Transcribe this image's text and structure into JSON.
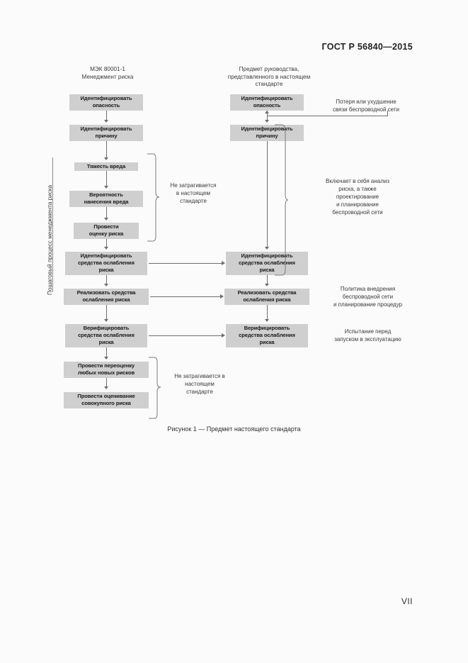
{
  "page": {
    "header": "ГОСТ Р 56840—2015",
    "number": "VII"
  },
  "figure": {
    "caption": "Рисунок 1 — Предмет настоящего стандарта",
    "side_label": "Пошаговый процесс менеджмента риска",
    "columns": [
      {
        "id": "left",
        "title": "МЭК 80001-1\nМенеджмент риска"
      },
      {
        "id": "right",
        "title": "Предмет руководства,\nпредставленного в настоящем\nстандарте"
      }
    ],
    "left_nodes": [
      {
        "label": "Идентифицировать\nопасность"
      },
      {
        "label": "Идентифицировать\nпричину"
      },
      {
        "label": "Тяжесть вреда"
      },
      {
        "label": "Вероятность\nнанесения вреда"
      },
      {
        "label": "Провести\nоценку риска"
      },
      {
        "label": "Идентифицировать\nсредства ослабления\nриска"
      },
      {
        "label": "Реализовать средства\nослабления риска"
      },
      {
        "label": "Верифицировать\nсредства ослабления\nриска"
      },
      {
        "label": "Провести переоценку\nлюбых новых рисков"
      },
      {
        "label": "Провести оценивание\nсовокупного риска"
      }
    ],
    "right_nodes": [
      {
        "label": "Идентифицировать\nопасность"
      },
      {
        "label": "Идентифицировать\nпричину"
      },
      {
        "label": "Идентифицировать\nсредства ослабления\nриска"
      },
      {
        "label": "Реализовать средства\nослабления риска"
      },
      {
        "label": "Верифицировать\nсредства ослабления\nриска"
      }
    ],
    "annotations": [
      {
        "id": "not-covered-top",
        "text": "Не затрагивается\nв настоящем\nстандарте"
      },
      {
        "id": "wireless-loss",
        "text": "Потеря или ухудшение\nсвязи беспроводной сети"
      },
      {
        "id": "includes-risk-analysis",
        "text": "Включает в себя анализ\nриска, а также\nпроектирование\nи планирование\nбеспроводной сети"
      },
      {
        "id": "deployment-policy",
        "text": "Политика внедрения\nбеспроводной сети\nи планирование процедур"
      },
      {
        "id": "pre-launch-test",
        "text": "Испытание перед\nзапуском в эксплуатацию"
      },
      {
        "id": "not-covered-bottom",
        "text": "Не затрагивается в\nнастоящем\nстандарте"
      }
    ]
  }
}
